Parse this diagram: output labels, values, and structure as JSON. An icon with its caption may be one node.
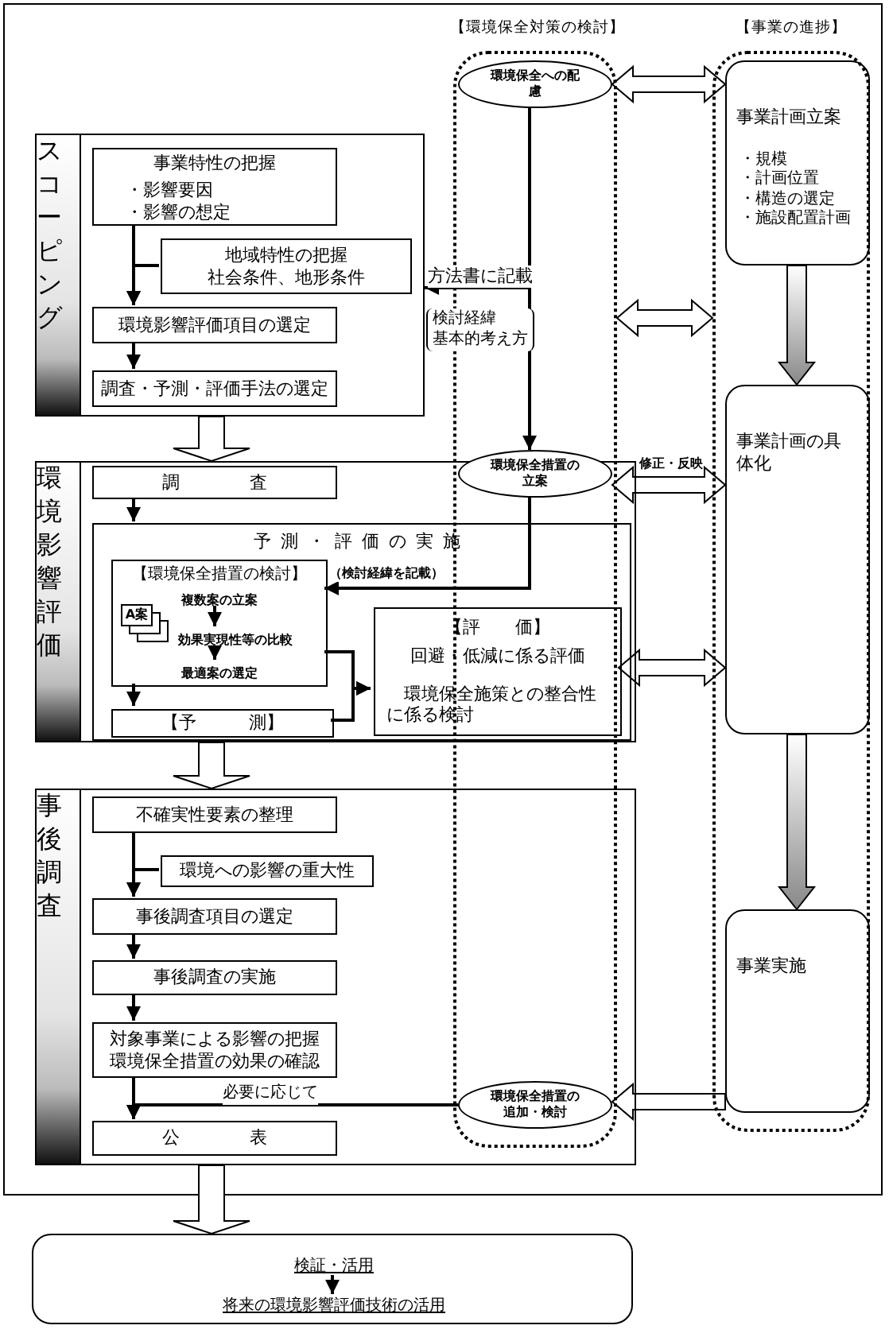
{
  "diagram": {
    "nodes": [
      {
        "text": [
          "スコーピング"
        ]
      },
      {
        "text": [
          "事業特性の把握",
          "・影響要因",
          "・影響の想定"
        ],
        "in": 0
      },
      {
        "text": [
          "地域特性の把握",
          "社会条件、地形条件"
        ],
        "in": 0
      },
      {
        "text": [
          "環境影響評価項目の選定"
        ],
        "in": 0
      },
      {
        "text": [
          "調査・予測・評価手法の選定"
        ],
        "in": 0
      },
      {
        "text": [
          "環境影響評価"
        ]
      },
      {
        "text": [
          "調　　　　査"
        ],
        "in": 5
      },
      {
        "text": [
          "予測・評価の実施"
        ],
        "in": 5
      },
      {
        "text": [
          "【環境保全措置の検討】"
        ],
        "in": 7
      },
      {
        "text": [
          "複数案の立案"
        ],
        "in": 8
      },
      {
        "text": [
          "効果実現性等の比較"
        ],
        "in": 8
      },
      {
        "text": [
          "最適案の選定"
        ],
        "in": 8
      },
      {
        "text": [
          "A案"
        ],
        "in": 8
      },
      {
        "text": [
          "【予　　　測】"
        ],
        "in": 7
      },
      {
        "text": [
          "【評　　価】",
          "回避・低減に係る評価",
          "環境保全施策との整合性に係る検討"
        ],
        "in": 7
      },
      {
        "text": [
          "事後調査"
        ]
      },
      {
        "text": [
          "不確実性要素の整理"
        ],
        "in": 15
      },
      {
        "text": [
          "環境への影響の重大性"
        ],
        "in": 15
      },
      {
        "text": [
          "事後調査項目の選定"
        ],
        "in": 15
      },
      {
        "text": [
          "事後調査の実施"
        ],
        "in": 15
      },
      {
        "text": [
          "対象事業による影響の把握",
          "環境保全措置の効果の確認"
        ],
        "in": 15
      },
      {
        "text": [
          "公　　　　表"
        ],
        "in": 15
      },
      {
        "text": [],
        "shape": "box"
      },
      {
        "text": [
          "検証・活用"
        ],
        "in": 22
      },
      {
        "text": [
          "将来の環境影響評価技術の活用"
        ],
        "in": 22
      },
      {
        "text": [
          "【環境保全対策の検討】"
        ]
      },
      {
        "text": [
          "環境保全への配慮"
        ],
        "in": 25
      },
      {
        "text": [
          "環境保全措置の立案"
        ],
        "in": 25
      },
      {
        "text": [
          "環境保全措置の追加・検討"
        ]
      },
      {
        "text": [
          "【事業の進捗】"
        ]
      },
      {
        "text": [
          "事業計画立案",
          "・規模",
          "・計画位置",
          "・構造の選定",
          "・施設配置計画"
        ],
        "in": 29
      },
      {
        "text": [
          "事業計画の具体化"
        ],
        "in": 29
      },
      {
        "text": [
          "事業実施"
        ],
        "in": 29
      }
    ],
    "edges": [
      {
        "from": 1,
        "to": 3,
        "arrow": "to"
      },
      {
        "from": 2,
        "to": 3,
        "arrow": "to"
      },
      {
        "from": 3,
        "to": 4,
        "arrow": "to"
      },
      {
        "from": 0,
        "to": 5,
        "arrow": "to"
      },
      {
        "from": 6,
        "to": 7,
        "arrow": "to"
      },
      {
        "from": 9,
        "to": 10,
        "arrow": "to"
      },
      {
        "from": 10,
        "to": 11,
        "arrow": "to"
      },
      {
        "from": 8,
        "to": 13,
        "arrow": "to"
      },
      {
        "from": 8,
        "to": 14,
        "arrow": "to"
      },
      {
        "from": 13,
        "to": 14,
        "arrow": "to"
      },
      {
        "from": 5,
        "to": 15,
        "arrow": "to"
      },
      {
        "from": 16,
        "to": 18,
        "arrow": "to"
      },
      {
        "from": 17,
        "to": 18,
        "arrow": "to"
      },
      {
        "from": 18,
        "to": 19,
        "arrow": "to"
      },
      {
        "from": 19,
        "to": 20,
        "arrow": "to"
      },
      {
        "from": 20,
        "to": 21,
        "arrow": "to"
      },
      {
        "from": 28,
        "to": 21,
        "arrow": "to",
        "label": "必要に応じて"
      },
      {
        "from": 15,
        "to": 22,
        "arrow": "to"
      },
      {
        "from": 23,
        "to": 24,
        "arrow": "to"
      },
      {
        "from": 26,
        "to": 27,
        "arrow": "to"
      },
      {
        "from": 26,
        "to": 0,
        "arrow": "to",
        "label": "方法書に記載"
      },
      {
        "from": 27,
        "to": 8,
        "arrow": "to",
        "label": "（検討経緯を記載）"
      },
      {
        "from": 26,
        "to": 30,
        "arrow": "both"
      },
      {
        "from": 25,
        "to": 29,
        "arrow": "both"
      },
      {
        "from": 27,
        "to": 31,
        "arrow": "both",
        "label": "修正・反映"
      },
      {
        "from": 14,
        "to": 31,
        "arrow": "both"
      },
      {
        "from": 32,
        "to": 28,
        "arrow": "to"
      },
      {
        "from": 30,
        "to": 31,
        "arrow": "to"
      },
      {
        "from": 31,
        "to": 32,
        "arrow": "to"
      }
    ],
    "labels": [
      "検討経緯",
      "基本的考え方"
    ]
  }
}
